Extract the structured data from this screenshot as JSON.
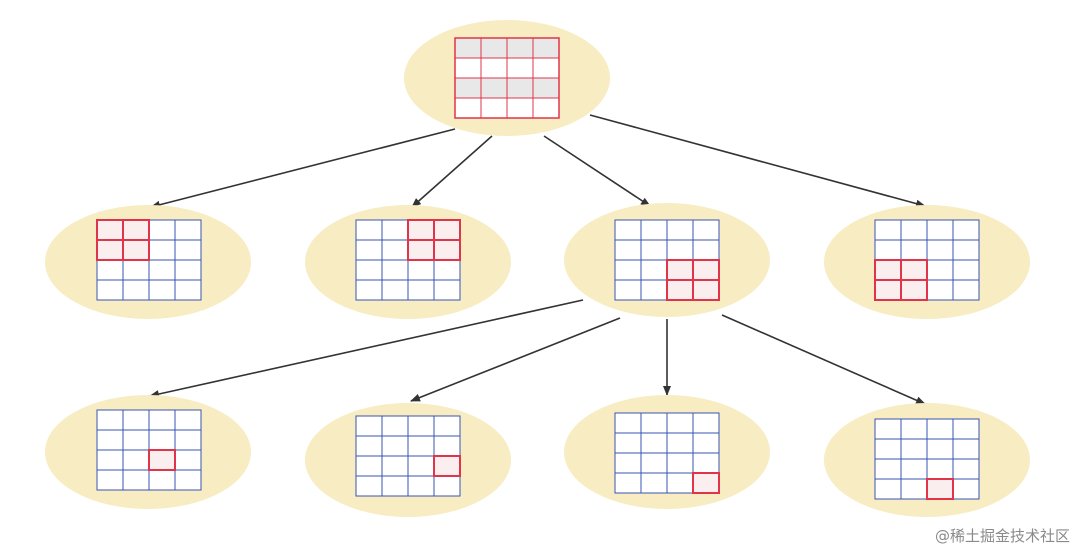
{
  "diagram": {
    "type": "quadtree",
    "grid_size": [
      4,
      4
    ],
    "colors": {
      "node_fill": "#f7ecc2",
      "grid_line": "#3a54b4",
      "highlight": "#e0344b",
      "highlight_fill": "#fbeeee",
      "root_grid_line": "#e0344b",
      "root_shaded": "#e8e8e8",
      "edge": "#333333"
    },
    "levels": [
      {
        "level": 0,
        "nodes": [
          {
            "id": "root",
            "highlight": {
              "row": 0,
              "col": 0,
              "size": 4
            }
          }
        ]
      },
      {
        "level": 1,
        "nodes": [
          {
            "id": "q-top-left",
            "highlight": {
              "row": 0,
              "col": 0,
              "size": 2
            }
          },
          {
            "id": "q-top-right",
            "highlight": {
              "row": 0,
              "col": 2,
              "size": 2
            }
          },
          {
            "id": "q-bottom-right",
            "highlight": {
              "row": 2,
              "col": 2,
              "size": 2
            }
          },
          {
            "id": "q-bottom-left",
            "highlight": {
              "row": 2,
              "col": 0,
              "size": 2
            }
          }
        ]
      },
      {
        "level": 2,
        "nodes": [
          {
            "id": "cell-2-2",
            "highlight": {
              "row": 2,
              "col": 2,
              "size": 1
            }
          },
          {
            "id": "cell-2-3",
            "highlight": {
              "row": 2,
              "col": 3,
              "size": 1
            }
          },
          {
            "id": "cell-3-3",
            "highlight": {
              "row": 3,
              "col": 3,
              "size": 1
            }
          },
          {
            "id": "cell-3-2",
            "highlight": {
              "row": 3,
              "col": 2,
              "size": 1
            }
          }
        ]
      }
    ],
    "edges": [
      {
        "from": "root",
        "to": "q-top-left"
      },
      {
        "from": "root",
        "to": "q-top-right"
      },
      {
        "from": "root",
        "to": "q-bottom-right"
      },
      {
        "from": "root",
        "to": "q-bottom-left"
      },
      {
        "from": "q-bottom-right",
        "to": "cell-2-2"
      },
      {
        "from": "q-bottom-right",
        "to": "cell-2-3"
      },
      {
        "from": "q-bottom-right",
        "to": "cell-3-3"
      },
      {
        "from": "q-bottom-right",
        "to": "cell-3-2"
      }
    ]
  },
  "watermark": "@稀土掘金技术社区"
}
